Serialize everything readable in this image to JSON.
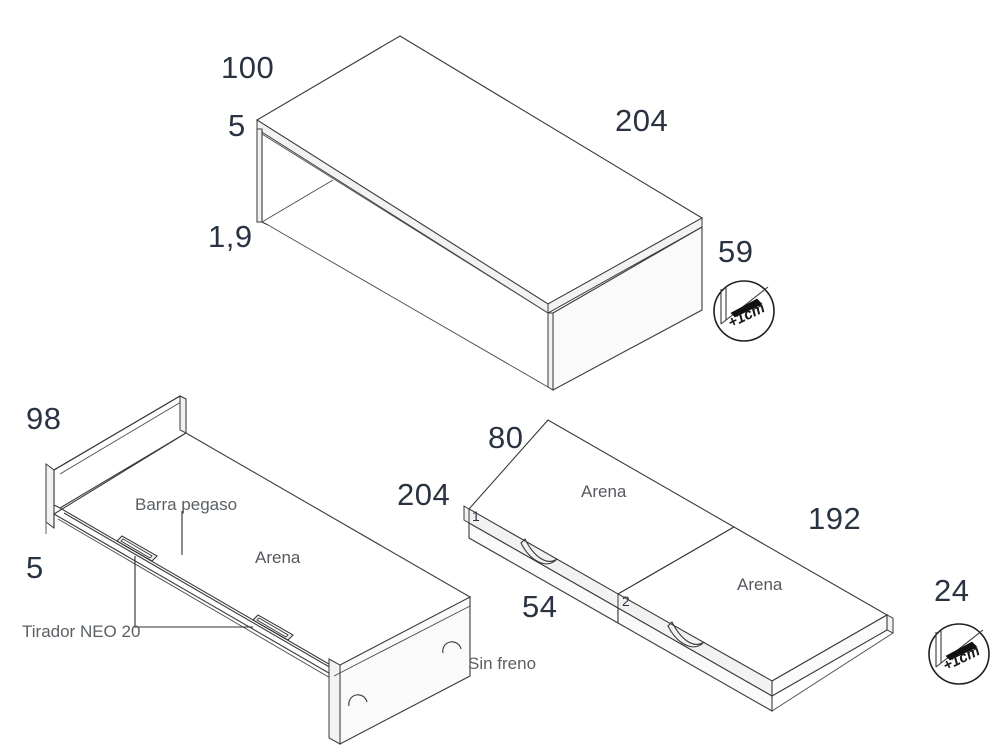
{
  "sheet": {
    "background_color": "#ffffff",
    "line_color": "#3a3a3a",
    "dimension_text_color": "#2a3341",
    "note_text_color": "#5a5f64"
  },
  "top_view": {
    "name": "desk-top-unit",
    "dimensions": {
      "depth": "100",
      "top_thickness": "5",
      "leg_thickness": "1,9",
      "length": "204",
      "height": "59"
    },
    "tolerance_badge": {
      "label": "+1cm",
      "dimension": "59"
    }
  },
  "bed_view": {
    "name": "bed-frame-unit",
    "dimensions": {
      "headboard_height": "98",
      "rail_thickness": "5",
      "length": "204",
      "footboard_height": "54"
    },
    "labels": {
      "rail": "Barra pegaso",
      "handle": "Tirador NEO 20",
      "material": "Arena",
      "brake": "Sin freno"
    }
  },
  "drawer_view": {
    "name": "drawer-pair-unit",
    "dimensions": {
      "width": "80",
      "length": "192",
      "height": "24"
    },
    "drawers": [
      {
        "index": "1",
        "material": "Arena"
      },
      {
        "index": "2",
        "material": "Arena"
      }
    ],
    "tolerance_badge": {
      "label": "+1cm",
      "dimension": "24"
    }
  }
}
